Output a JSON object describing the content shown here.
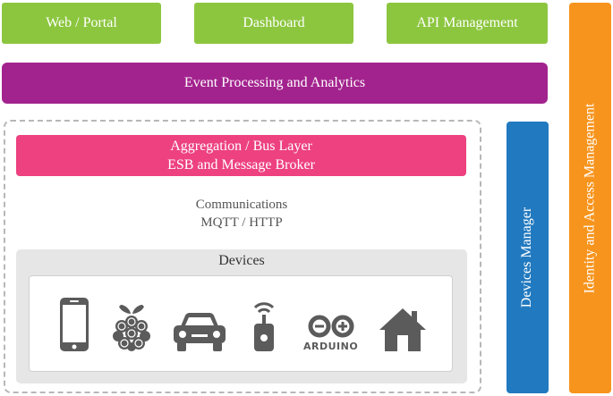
{
  "top_row": {
    "web_portal": "Web / Portal",
    "dashboard": "Dashboard",
    "api_management": "API Management"
  },
  "event_processing": "Event Processing and Analytics",
  "aggregation": {
    "line1": "Aggregation / Bus Layer",
    "line2": "ESB and Message Broker"
  },
  "communications": {
    "line1": "Communications",
    "line2": "MQTT / HTTP"
  },
  "devices": {
    "title": "Devices",
    "icons": [
      "smartphone-icon",
      "raspberry-pi-icon",
      "car-icon",
      "wireless-sensor-icon",
      "arduino-icon",
      "home-icon"
    ],
    "arduino_label": "ARDUINO"
  },
  "devices_manager": "Devices Manager",
  "identity_access": "Identity and Access Management",
  "colors": {
    "green": "#8cc63f",
    "purple": "#a3238e",
    "pink": "#ed4180",
    "blue": "#2179bf",
    "orange": "#f7941d",
    "icon_gray": "#5b5b5b"
  }
}
